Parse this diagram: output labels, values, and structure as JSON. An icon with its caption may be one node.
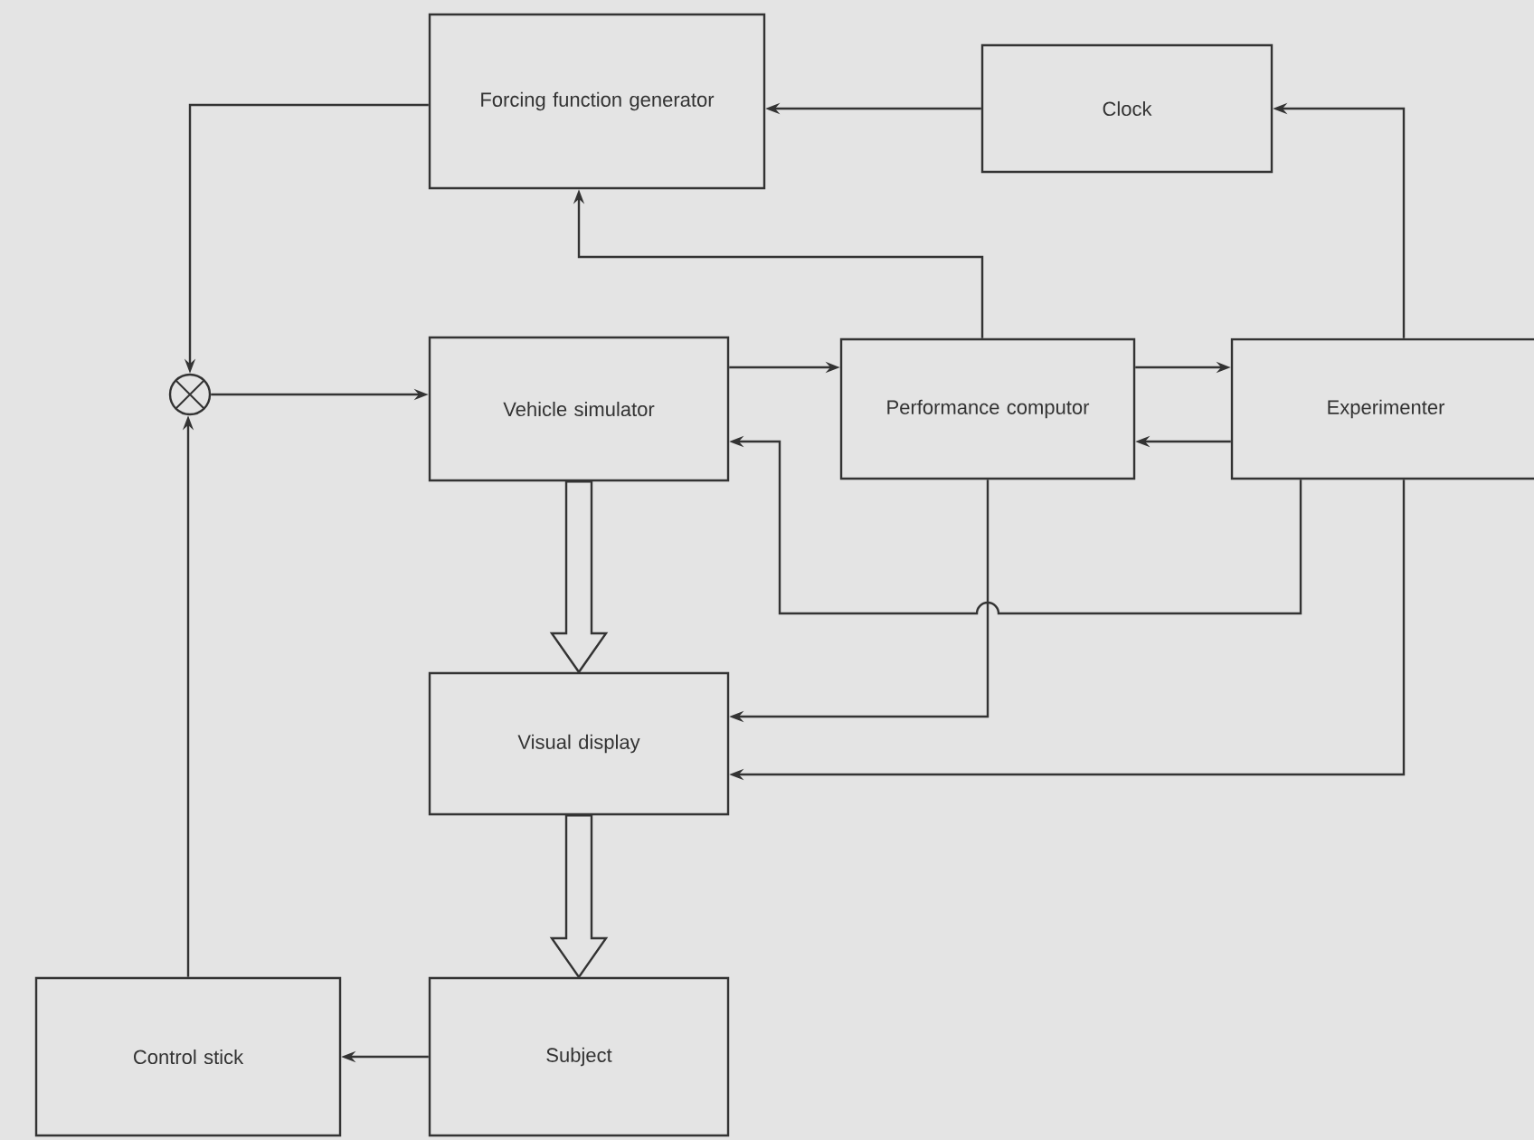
{
  "diagram": {
    "nodes": [
      {
        "text": [
          "Forcing function generator"
        ]
      },
      {
        "text": [
          "Clock"
        ]
      },
      {
        "text": [],
        "shape": "circle"
      },
      {
        "text": [
          "Vehicle simulator"
        ]
      },
      {
        "text": [
          "Performance computor"
        ]
      },
      {
        "text": [
          "Experimenter"
        ]
      },
      {
        "text": [
          "Visual display"
        ]
      },
      {
        "text": [
          "Control stick"
        ]
      },
      {
        "text": [
          "Subject"
        ]
      }
    ],
    "edges": [
      {
        "from": 1,
        "to": 0,
        "arrow": "to"
      },
      {
        "from": 0,
        "to": 2,
        "arrow": "to"
      },
      {
        "from": 2,
        "to": 3,
        "arrow": "to"
      },
      {
        "from": 4,
        "to": 0,
        "arrow": "to"
      },
      {
        "from": 3,
        "to": 4,
        "arrow": "to"
      },
      {
        "from": 4,
        "to": 5,
        "arrow": "to"
      },
      {
        "from": 5,
        "to": 4,
        "arrow": "to"
      },
      {
        "from": 5,
        "to": 1,
        "arrow": "to"
      },
      {
        "from": 3,
        "to": 6,
        "arrow": "to",
        "style": "thick"
      },
      {
        "from": 5,
        "to": 3,
        "arrow": "to"
      },
      {
        "from": 4,
        "to": 6,
        "arrow": "to"
      },
      {
        "from": 5,
        "to": 6,
        "arrow": "to"
      },
      {
        "from": 6,
        "to": 8,
        "arrow": "to",
        "style": "thick"
      },
      {
        "from": 8,
        "to": 7,
        "arrow": "to"
      },
      {
        "from": 7,
        "to": 2,
        "arrow": "to"
      }
    ]
  }
}
